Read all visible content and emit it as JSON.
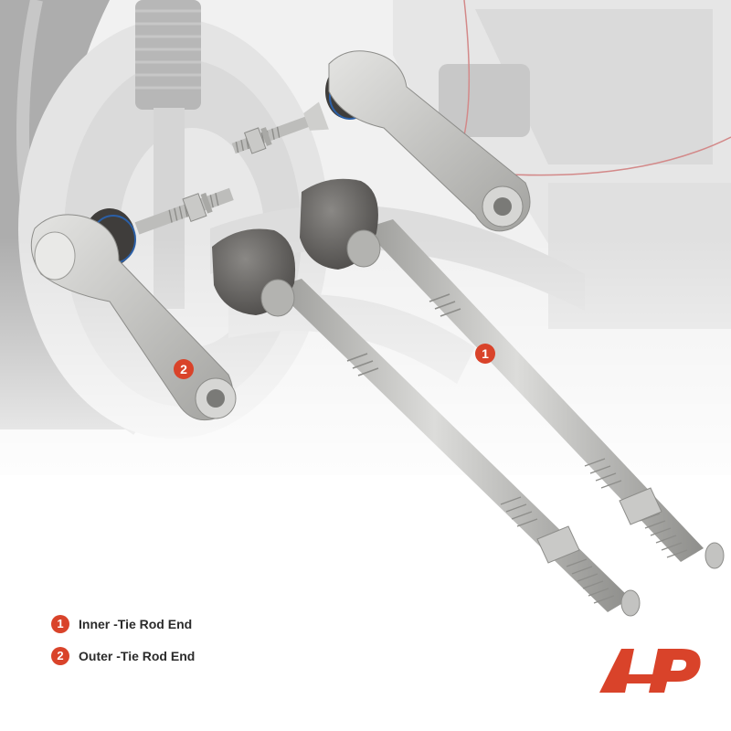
{
  "colors": {
    "accent": "#d9432a",
    "metal": "#b9b9b6",
    "rubber": "#6f6d6a",
    "background_car": "#e3e3e3"
  },
  "callouts": [
    {
      "number": "1"
    },
    {
      "number": "2"
    }
  ],
  "legend": [
    {
      "number": "1",
      "label": "Inner -Tie Rod End"
    },
    {
      "number": "2",
      "label": "Outer -Tie Rod End"
    }
  ],
  "logo": {
    "icon": "a-premium-logo-icon"
  }
}
